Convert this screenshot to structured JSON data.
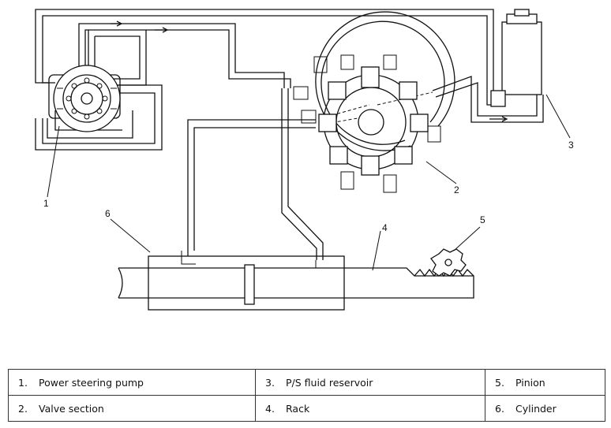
{
  "diagram": {
    "callouts": [
      {
        "id": "1",
        "label": "1"
      },
      {
        "id": "2",
        "label": "2"
      },
      {
        "id": "3",
        "label": "3"
      },
      {
        "id": "4",
        "label": "4"
      },
      {
        "id": "5",
        "label": "5"
      },
      {
        "id": "6",
        "label": "6"
      }
    ]
  },
  "legend": {
    "rows": [
      [
        {
          "num": "1.",
          "text": "Power steering pump"
        },
        {
          "num": "3.",
          "text": "P/S fluid reservoir"
        },
        {
          "num": "5.",
          "text": "Pinion"
        }
      ],
      [
        {
          "num": "2.",
          "text": "Valve section"
        },
        {
          "num": "4.",
          "text": "Rack"
        },
        {
          "num": "6.",
          "text": "Cylinder"
        }
      ]
    ]
  }
}
